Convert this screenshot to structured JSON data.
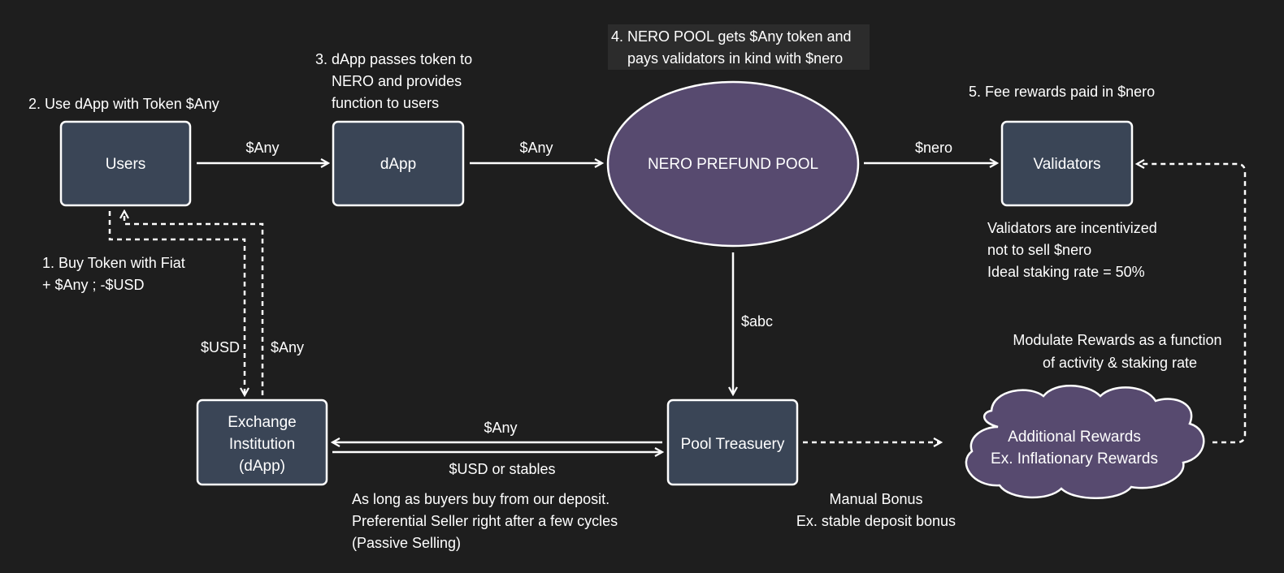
{
  "nodes": {
    "users": "Users",
    "dapp": "dApp",
    "pool": "NERO PREFUND POOL",
    "validators": "Validators",
    "exchange": [
      "Exchange",
      "Institution",
      "(dApp)"
    ],
    "treasury": "Pool Treasuery",
    "rewards": [
      "Additional Rewards",
      "Ex. Inflationary Rewards"
    ]
  },
  "steps": {
    "step1": [
      "1. Buy Token with Fiat",
      "+ $Any  ; -$USD"
    ],
    "step2": "2. Use dApp with Token $Any",
    "step3": [
      "3. dApp passes token to",
      "NERO and provides",
      "function to users"
    ],
    "step4": [
      "4. NERO POOL gets $Any token and",
      "pays validators in kind with $nero"
    ],
    "step5": "5. Fee rewards paid in  $nero"
  },
  "edges": {
    "users_to_dapp": "$Any",
    "dapp_to_pool": "$Any",
    "pool_to_validators": "$nero",
    "pool_to_treasury": "$abc",
    "exchange_usd": "$USD",
    "exchange_any": "$Any",
    "treasury_to_exchange": "$Any",
    "exchange_to_treasury": "$USD or stables"
  },
  "notes": {
    "validators_note": [
      "Validators are incentivized",
      "not to sell $nero",
      "Ideal staking rate = 50%"
    ],
    "modulate_note": [
      "Modulate Rewards as a function",
      "of activity & staking rate"
    ],
    "deposit_note": [
      "As long as buyers buy from our deposit.",
      "Preferential Seller right after  a few cycles",
      "(Passive Selling)"
    ],
    "bonus_note": [
      "Manual Bonus",
      "Ex. stable deposit bonus"
    ]
  }
}
